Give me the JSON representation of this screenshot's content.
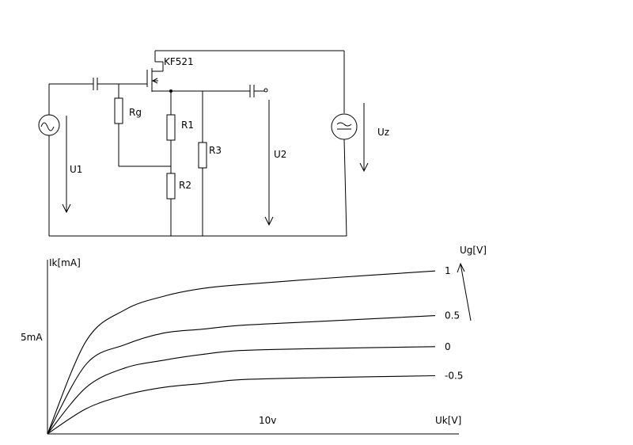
{
  "circuit": {
    "transistor": "KF521",
    "labels": {
      "rg": "Rg",
      "r1": "R1",
      "r2": "R2",
      "r3": "R3",
      "u1": "U1",
      "u2": "U2",
      "uz": "Uz"
    }
  },
  "chart_data": {
    "type": "line",
    "title": "",
    "xlabel": "Uk[V]",
    "ylabel": "Ik[mA]",
    "legend_title": "Ug[V]",
    "x_tick_label": "10v",
    "y_tick_label": "5mA",
    "series": [
      {
        "name": "1",
        "x": [
          0,
          2,
          4,
          6,
          8,
          10,
          14,
          20
        ],
        "y": [
          0,
          4.8,
          6.4,
          7.1,
          7.5,
          7.7,
          8.0,
          8.4
        ]
      },
      {
        "name": "0.5",
        "x": [
          0,
          2,
          4,
          6,
          8,
          10,
          14,
          20
        ],
        "y": [
          0,
          3.6,
          4.6,
          5.2,
          5.4,
          5.6,
          5.8,
          6.1
        ]
      },
      {
        "name": "0",
        "x": [
          0,
          2,
          4,
          6,
          8,
          10,
          14,
          20
        ],
        "y": [
          0,
          2.4,
          3.4,
          3.8,
          4.1,
          4.3,
          4.4,
          4.5
        ]
      },
      {
        "name": "-0.5",
        "x": [
          0,
          2,
          4,
          6,
          8,
          10,
          14,
          20
        ],
        "y": [
          0,
          1.3,
          2.0,
          2.4,
          2.6,
          2.8,
          2.9,
          3.0
        ]
      }
    ]
  }
}
